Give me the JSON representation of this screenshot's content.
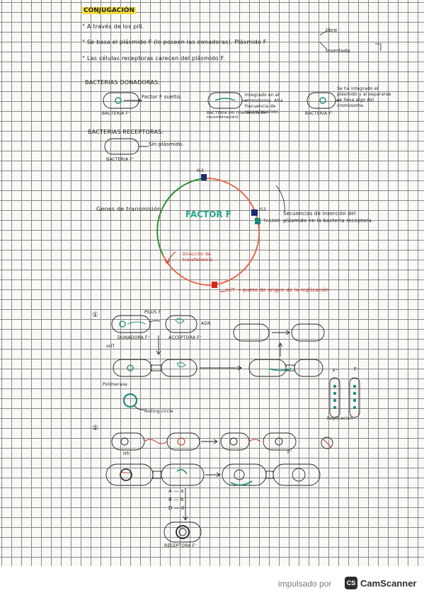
{
  "notes": {
    "title": "CONJUGACIÓN",
    "line1": "° A través de los pili.",
    "line2": "° Se basa el plásmido F (lo poseen las donadoras). Plásmido F",
    "line2_branch_a": "libre",
    "line2_branch_b": "insertado",
    "line3": "° Las células receptoras carecen del plásmido F.",
    "donors_heading": "BACTERIAS DONADORAS:",
    "donor1_label": "BACTERIA F⁺",
    "donor1_note": "Factor F suelto.",
    "donor2_label": "BACTERIA Hfr (frecuencia de recombinación)",
    "donor2_note": "Integrado en el cromosoma. Alta frecuencia de recombinación.",
    "donor3_label": "BACTERIA F'",
    "donor3_note": "Se ha integrado el plásmido y al separarse se lleva algo del cromosoma.",
    "recipients_heading": "BACTERIAS RECEPTORAS:",
    "recipient_label": "BACTERIA F⁻",
    "recipient_note": "Sin plásmido.",
    "plasmid_title": "FACTOR F",
    "transfer_genes": "Genes de transmisión",
    "is_top": "IS3",
    "is_right1": "IS3",
    "is_right2": "Tn1000",
    "insertion_note": "Secuencias de inserción del plásmido en la bacteria receptora.",
    "transfer_dir": "Dirección de transferencia",
    "orit_note": "oriT → punto de origen de la replicación",
    "step1_num": "①",
    "step1_pilus": "PILUS F",
    "step1_donor": "DONADORA F⁺",
    "step1_receptor": "ACCEPTORA F⁻",
    "step1_adn": "ADN",
    "step1_oriT": "oriT",
    "step1_bridge": "Polimerasa",
    "step1_rc": "Rolling circle",
    "step1_f_plus": "F⁺",
    "step1_f_minus": "F⁻",
    "step1_replication": "Replicación",
    "step2_num": "②",
    "step2_hfr": "Hfr",
    "step2_fprime": "F⁺",
    "step2_letters": [
      "A — a",
      "B — b",
      "D — d"
    ],
    "step2_receptor": "RECEPTORA F⁻"
  },
  "footer": {
    "powered_by": "impulsado por",
    "brand": "CamScanner",
    "brand_badge": "CS"
  },
  "colors": {
    "highlight": "#f2dc3a",
    "plasmid_red": "#e46a4e",
    "plasmid_green": "#2f8f3a",
    "teal": "#1e8b7a",
    "navy": "#1c2d6e",
    "ink_red": "#c0251b"
  }
}
